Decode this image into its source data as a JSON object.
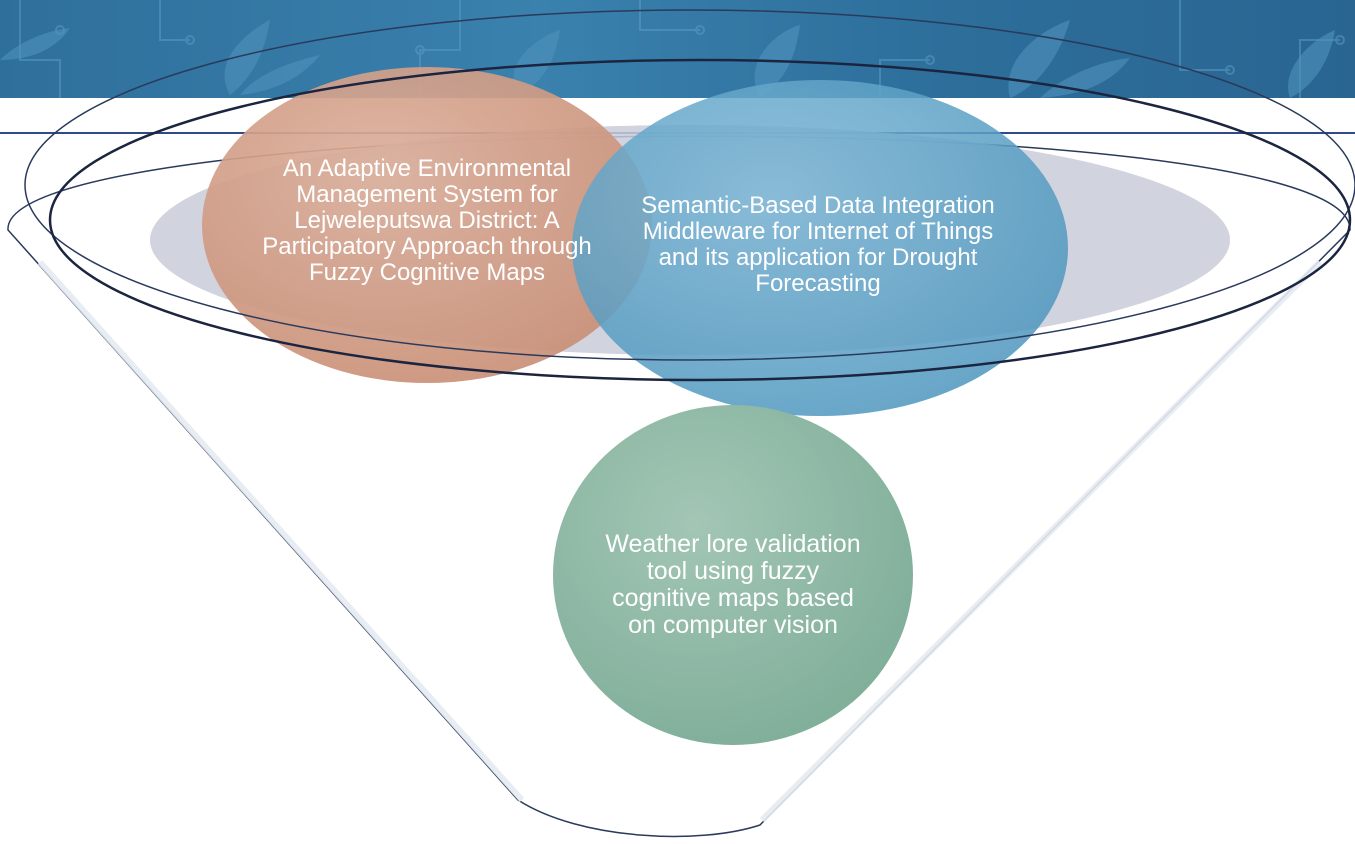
{
  "colors": {
    "banner": "#3a81ad",
    "rule": "#2f4a8a",
    "bubble_orange": "#cf9a84",
    "bubble_blue": "#5fa3c6",
    "bubble_green": "#8fb8a6",
    "funnel_outline": "#2a3a5c"
  },
  "diagram": {
    "bubbles": [
      {
        "text": "An Adaptive Environmental Management System for Lejweleputswa District: A Participatory Approach through Fuzzy Cognitive Maps"
      },
      {
        "text": "Semantic-Based Data Integration Middleware for Internet of Things and its application for Drought Forecasting"
      },
      {
        "text": "Weather lore validation tool using fuzzy cognitive maps based on computer vision"
      }
    ]
  }
}
